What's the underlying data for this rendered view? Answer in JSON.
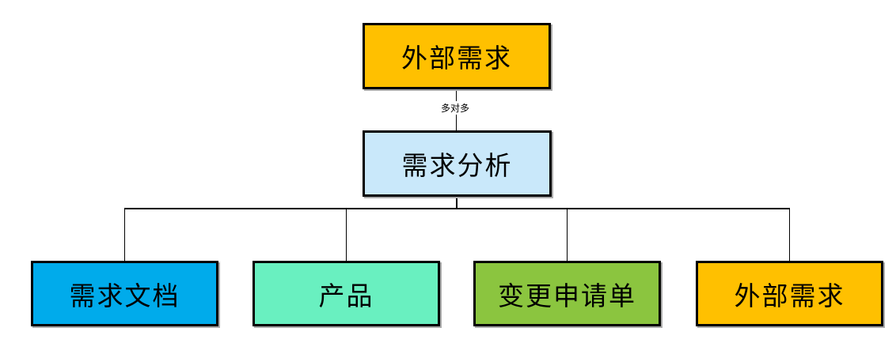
{
  "diagram": {
    "type": "hierarchy",
    "background_color": "#ffffff",
    "line_color": "#000000",
    "shadow_color": "#ababab",
    "edge_label": "多对多",
    "nodes": [
      {
        "id": "external-requirements-top",
        "label": "外部需求",
        "fill": "#FFC000",
        "level": 0
      },
      {
        "id": "requirements-analysis",
        "label": "需求分析",
        "fill": "#C9E8FA",
        "level": 1
      },
      {
        "id": "requirements-document",
        "label": "需求文档",
        "fill": "#00ABEB",
        "level": 2
      },
      {
        "id": "product",
        "label": "产品",
        "fill": "#69F0C0",
        "level": 2
      },
      {
        "id": "change-request-form",
        "label": "变更申请单",
        "fill": "#8BC53F",
        "level": 2
      },
      {
        "id": "external-requirements-bottom",
        "label": "外部需求",
        "fill": "#FFC000",
        "level": 2
      }
    ],
    "edges": [
      {
        "from": "external-requirements-top",
        "to": "requirements-analysis",
        "label": "多对多"
      },
      {
        "from": "requirements-analysis",
        "to": "requirements-document",
        "label": ""
      },
      {
        "from": "requirements-analysis",
        "to": "product",
        "label": ""
      },
      {
        "from": "requirements-analysis",
        "to": "change-request-form",
        "label": ""
      },
      {
        "from": "requirements-analysis",
        "to": "external-requirements-bottom",
        "label": ""
      }
    ]
  }
}
